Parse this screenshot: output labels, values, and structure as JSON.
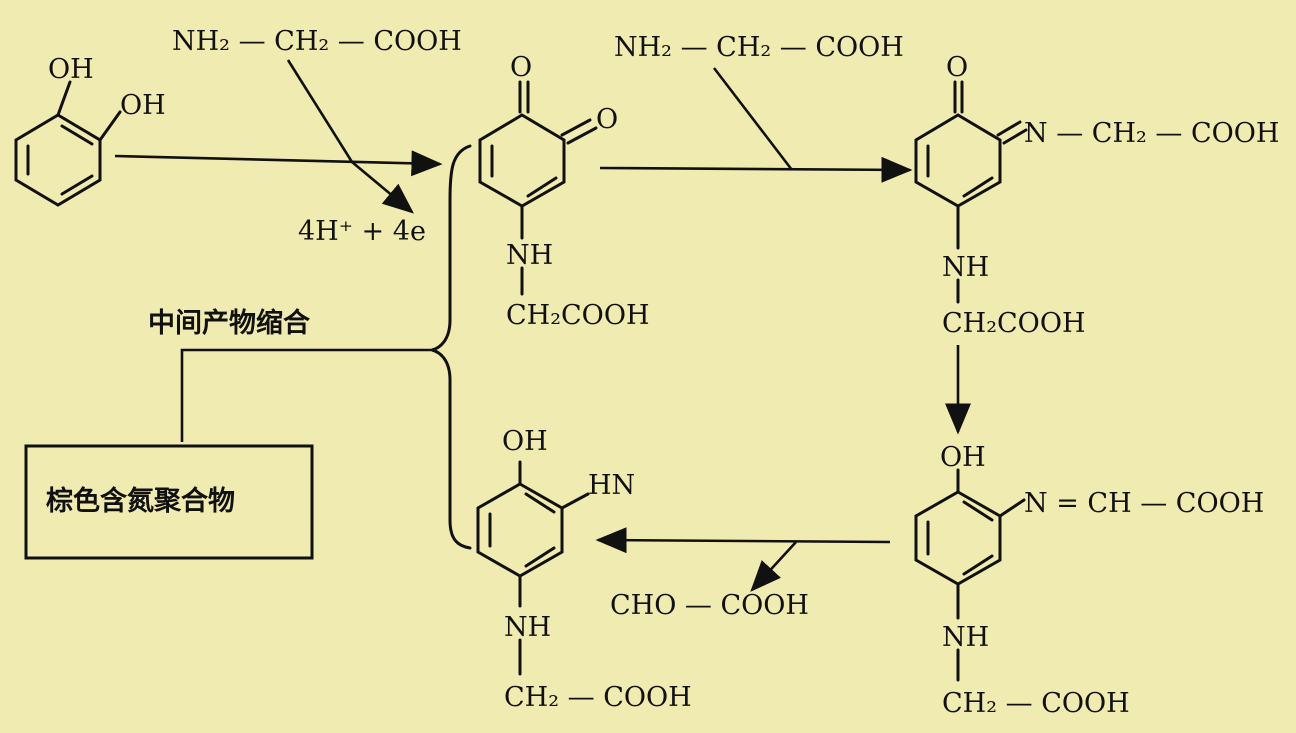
{
  "reactant": {
    "oh_top": "OH",
    "oh_second": "OH",
    "glycine": "NH₂ — CH₂ — COOH",
    "byproduct": "4H⁺ + 4e"
  },
  "intermediate1": {
    "o1": "O",
    "o2": "O",
    "nh": "NH",
    "ch2cooh": "CH₂COOH"
  },
  "step2": {
    "glycine": "NH₂ — CH₂ — COOH"
  },
  "intermediate2": {
    "o": "O",
    "imine": "N — CH₂ — COOH",
    "nh": "NH",
    "ch2cooh": "CH₂COOH"
  },
  "intermediate3": {
    "oh": "OH",
    "imine": "N = CH — COOH",
    "nh": "NH",
    "ch2cooh": "CH₂ — COOH"
  },
  "byproduct2": {
    "formula": "CHO — COOH"
  },
  "intermediate4": {
    "oh": "OH",
    "hn": "HN",
    "nh": "NH",
    "ch2cooh": "CH₂ — COOH"
  },
  "condensation_label": "中间产物缩合",
  "product_label": "棕色含氮聚合物"
}
